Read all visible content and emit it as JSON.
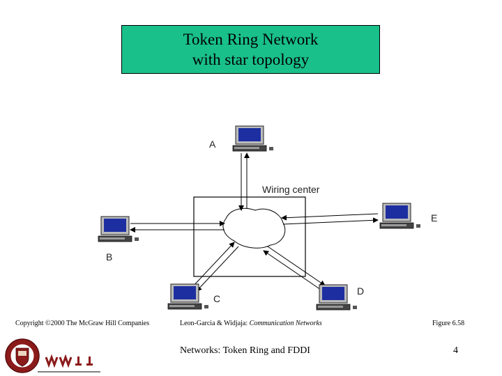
{
  "slide": {
    "title_line1": "Token Ring Network",
    "title_line2": "with star topology"
  },
  "diagram": {
    "wiring_center_label": "Wiring center",
    "nodes": [
      {
        "id": "A",
        "label": "A"
      },
      {
        "id": "B",
        "label": "B"
      },
      {
        "id": "C",
        "label": "C"
      },
      {
        "id": "D",
        "label": "D"
      },
      {
        "id": "E",
        "label": "E"
      }
    ]
  },
  "footer": {
    "copyright": "Copyright ©2000 The McGraw Hill Companies",
    "citation_authors": "Leon-Garcia & Widjaja: ",
    "citation_book": "Communication Networks",
    "figure": "Figure 6.58",
    "section_title": "Networks: Token Ring and FDDI",
    "page_number": "4"
  },
  "colors": {
    "title_box": "#19c08a",
    "logo_maroon": "#8b1a1a"
  }
}
